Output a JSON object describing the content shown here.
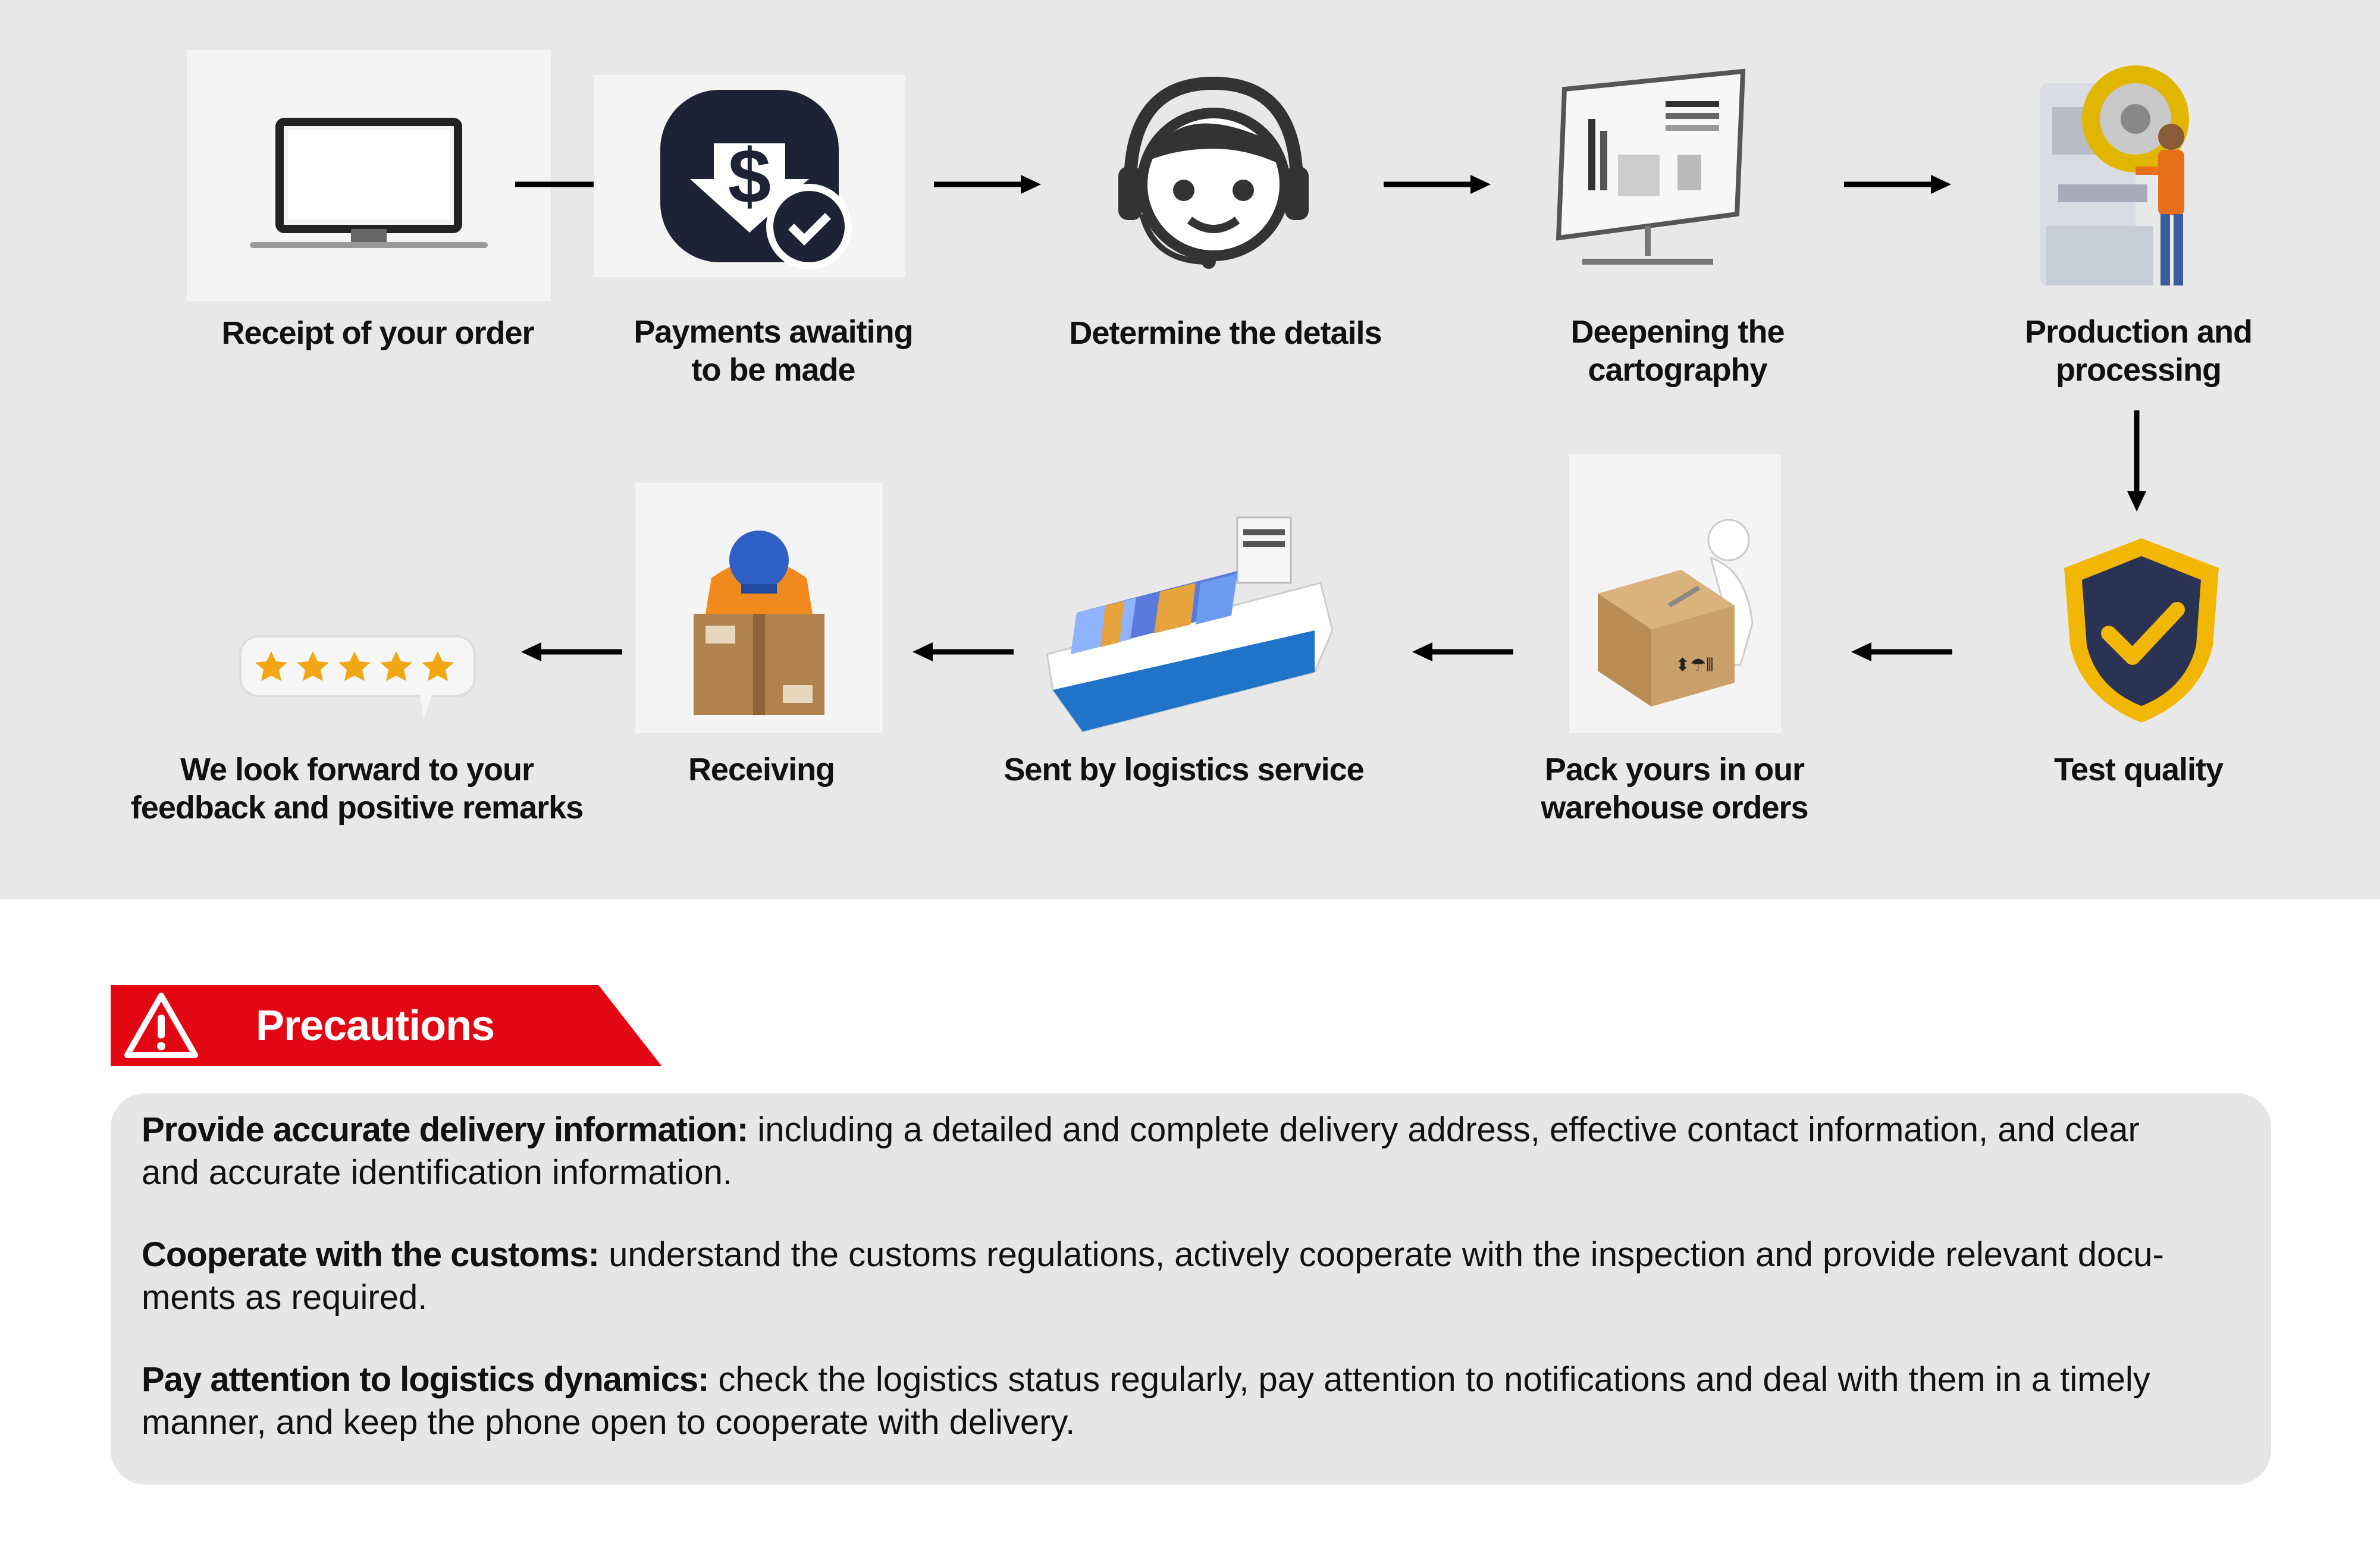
{
  "flow": {
    "steps": [
      {
        "label_lines": [
          "Receipt of your order"
        ],
        "icon": "monitor-icon"
      },
      {
        "label_lines": [
          "Payments awaiting",
          "to be made"
        ],
        "icon": "payment-icon"
      },
      {
        "label_lines": [
          "Determine the details"
        ],
        "icon": "headset-support-icon"
      },
      {
        "label_lines": [
          "Deepening the",
          "cartography"
        ],
        "icon": "design-monitor-icon"
      },
      {
        "label_lines": [
          "Production and",
          "processing"
        ],
        "icon": "factory-machine-icon"
      },
      {
        "label_lines": [
          "Test quality"
        ],
        "icon": "shield-check-icon"
      },
      {
        "label_lines": [
          "Pack yours in our",
          "warehouse orders"
        ],
        "icon": "packing-box-icon"
      },
      {
        "label_lines": [
          "Sent by logistics service"
        ],
        "icon": "cargo-ship-icon"
      },
      {
        "label_lines": [
          "Receiving"
        ],
        "icon": "courier-package-icon"
      },
      {
        "label_lines": [
          "We look forward to your",
          "feedback and positive remarks"
        ],
        "icon": "five-star-rating-icon"
      }
    ]
  },
  "precautions": {
    "title": "Precautions",
    "icon": "warning-triangle-icon",
    "items": [
      {
        "heading": "Provide accurate delivery information:",
        "lines": [
          " including a detailed and complete delivery address, effective contact information, and clear",
          "and accurate identification information."
        ]
      },
      {
        "heading": "Cooperate with the customs:",
        "lines": [
          " understand the customs regulations, actively cooperate with the inspection and provide relevant docu-",
          "ments as required."
        ]
      },
      {
        "heading": "Pay attention to logistics dynamics:",
        "lines": [
          " check the logistics status regularly, pay attention to notifications and deal with them in a timely",
          "manner, and keep the phone open to cooperate with delivery."
        ]
      }
    ]
  },
  "colors": {
    "panel_bg": "#e8e8e8",
    "accent_red": "#e30613",
    "text": "#111111",
    "box_bg": "#e6e6e6"
  }
}
